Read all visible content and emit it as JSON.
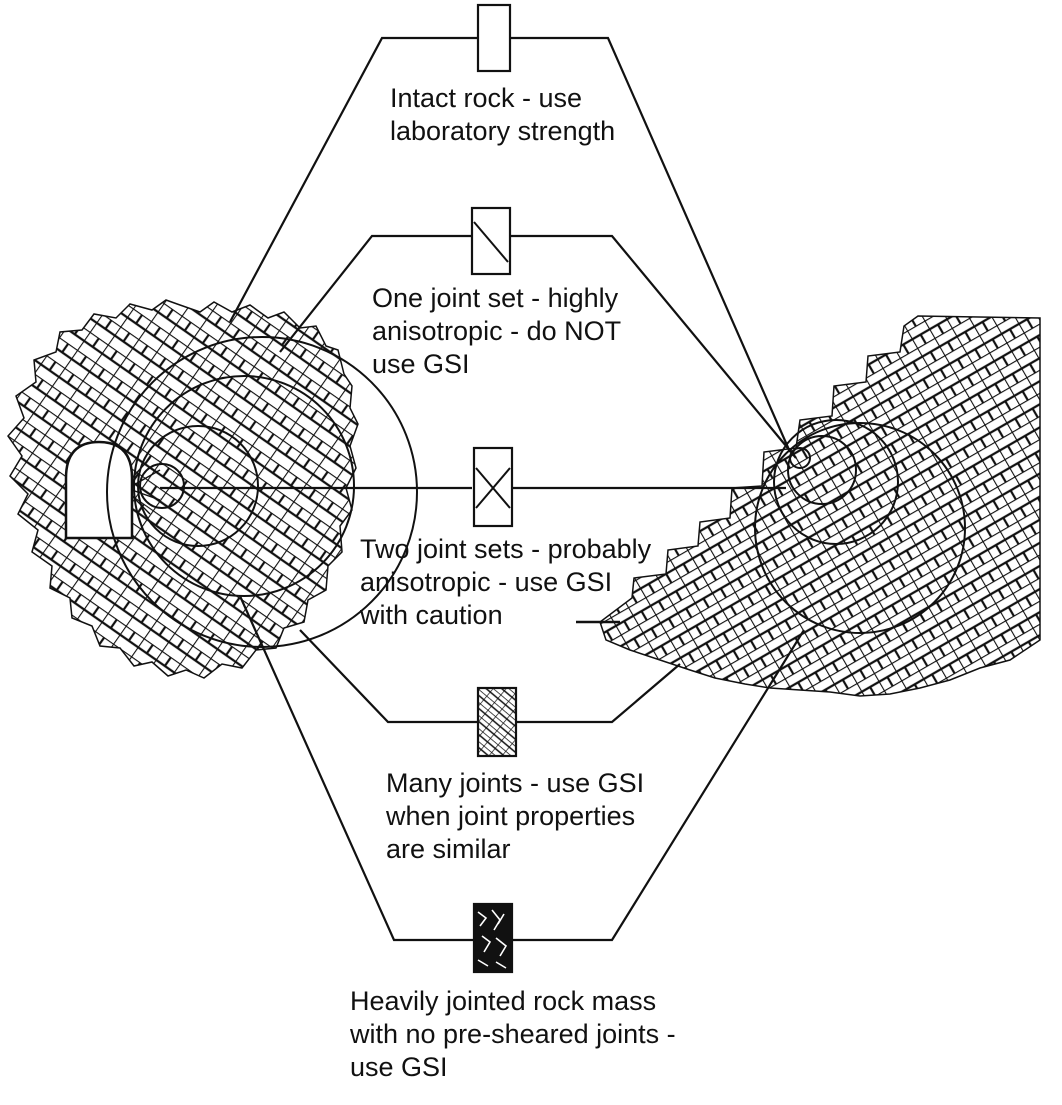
{
  "colors": {
    "ink": "#111111",
    "background": "#ffffff"
  },
  "samples": [
    {
      "id": "intact",
      "pattern": "intact-rock",
      "caption": [
        "Intact rock - use",
        "laboratory strength"
      ]
    },
    {
      "id": "one-joint",
      "pattern": "one-joint-set",
      "caption": [
        "One joint set - highly",
        "anisotropic - do NOT",
        "use GSI"
      ]
    },
    {
      "id": "two-joint",
      "pattern": "two-joint-sets",
      "caption": [
        "Two joint sets - probably",
        "anisotropic - use GSI",
        "with caution"
      ]
    },
    {
      "id": "many-joint",
      "pattern": "many-joints",
      "caption": [
        "Many joints - use GSI",
        "when joint properties",
        "are similar"
      ]
    },
    {
      "id": "heavy-joint",
      "pattern": "heavily-jointed",
      "caption": [
        "Heavily jointed rock mass",
        "with no pre-sheared joints -",
        "use GSI"
      ]
    }
  ]
}
